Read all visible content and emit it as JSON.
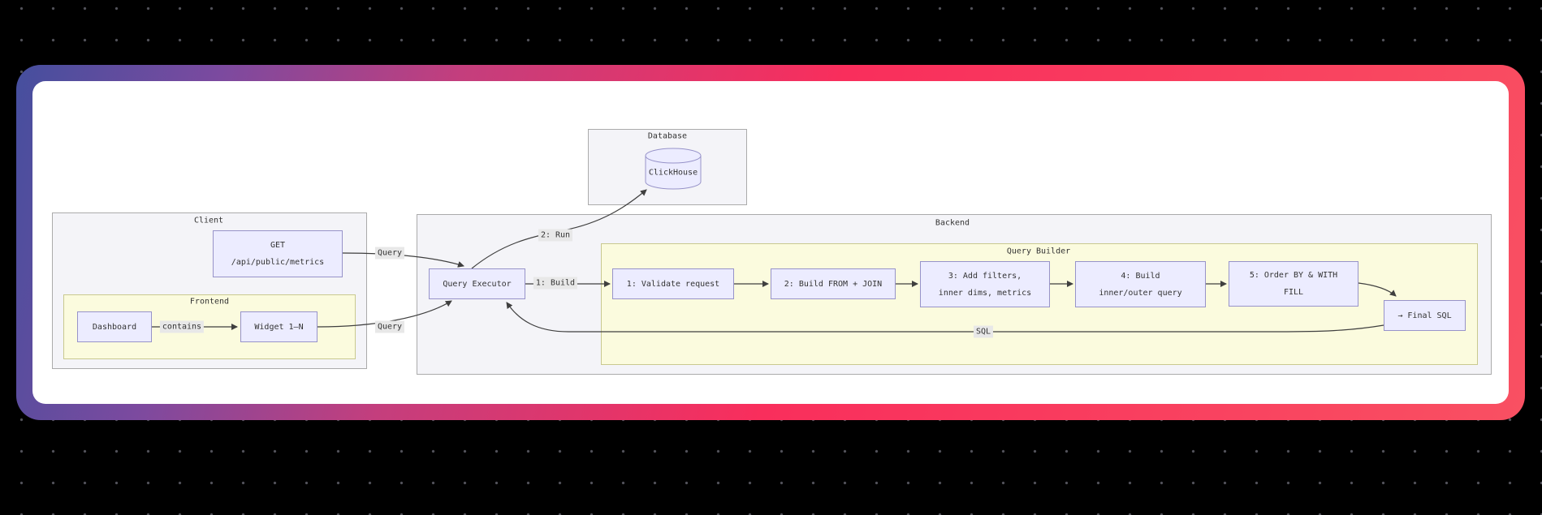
{
  "canvas": {
    "background_color": "#000000",
    "dot_color": "#52525a"
  },
  "card": {
    "surface_color": "#ffffff",
    "gradient_colors": [
      "#454f9e",
      "#7c4a9f",
      "#c43e7d",
      "#f92e5c",
      "#f95062"
    ]
  },
  "diagram": {
    "clusters": {
      "database": "Database",
      "client": "Client",
      "frontend": "Frontend",
      "backend": "Backend",
      "query_builder": "Query Builder"
    },
    "nodes": {
      "clickhouse": "ClickHouse",
      "get_line1": "GET",
      "get_line2": "/api/public/metrics",
      "dashboard": "Dashboard",
      "widget": "Widget 1–N",
      "query_executor": "Query Executor",
      "step1": "1: Validate request",
      "step2": "2: Build FROM + JOIN",
      "step3_line1": "3: Add filters,",
      "step3_line2": "inner dims, metrics",
      "step4_line1": "4: Build",
      "step4_line2": "inner/outer query",
      "step5_line1": "5: Order BY & WITH",
      "step5_line2": "FILL",
      "final_sql": "→ Final SQL"
    },
    "edge_labels": {
      "query_from_get": "Query",
      "query_from_widget": "Query",
      "contains": "contains",
      "run": "2: Run",
      "build": "1: Build",
      "sql": "SQL"
    },
    "colors": {
      "node_fill": "#ECECFF",
      "node_border": "#9793c9",
      "cluster_gray_fill": "#f4f4f8",
      "cluster_yellow_fill": "#fbfbde",
      "edge_stroke": "#3f3f3f",
      "edge_label_bg": "#e8e8e8"
    }
  }
}
